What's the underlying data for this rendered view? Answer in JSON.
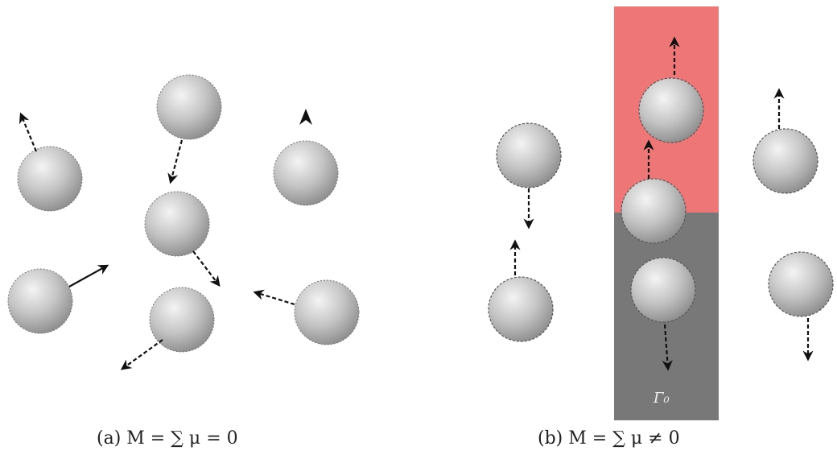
{
  "panels": [
    {
      "id": "a",
      "caption": "(a) M = ∑ μ = 0"
    },
    {
      "id": "b",
      "caption": "(b) M = ∑ μ ≠ 0"
    }
  ],
  "panel_b": {
    "region_label": "Γ₀",
    "colors": {
      "upper_region": "#ee7676",
      "lower_region": "#787878"
    }
  },
  "colors": {
    "sphere_light": "#f4f4f4",
    "sphere_dark": "#8f8f8f",
    "arrow": "#111111"
  }
}
